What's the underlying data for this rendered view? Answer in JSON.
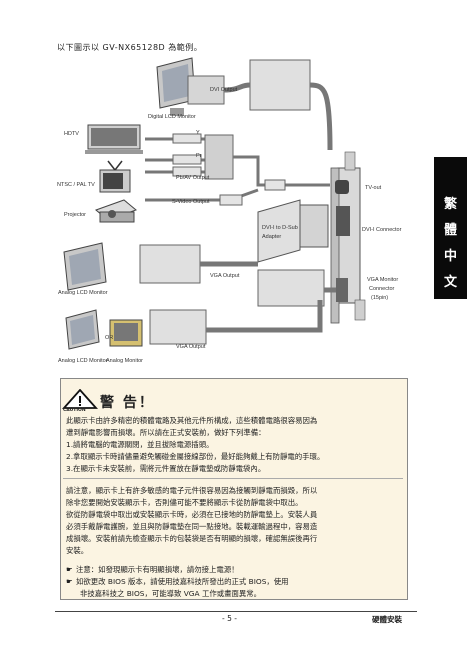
{
  "intro": "以下圖示以 GV-NX65128D 為範例。",
  "diagram": {
    "labels": {
      "digital_lcd": "Digital LCD Monitor",
      "dvi_output": "DVI Output",
      "hdtv": "HDTV",
      "ntsc_pal": "NTSC / PAL TV",
      "projector": "Projector",
      "y": "Y",
      "pr": "Pr",
      "pb_av": "Pb/AV Output",
      "svideo": "S-Video Output",
      "tv_out": "TV-out",
      "dvi_connector": "DVI-I Connector",
      "dvi_dsub_1": "DVI-I to D-Sub",
      "dvi_dsub_2": "Adapter",
      "vga_output_1": "VGA Output",
      "vga_monitor_1": "VGA Monitor",
      "vga_monitor_2": "Connector",
      "vga_monitor_3": "(15pin)",
      "analog_lcd_1": "Analog LCD Monitor",
      "or": "OR",
      "analog_lcd_2": "Analog LCD Monitor",
      "analog_monitor": "Analog Monitor",
      "vga_output_2": "VGA Output"
    }
  },
  "side_tab": [
    "繁",
    "體",
    "中",
    "文"
  ],
  "caution": {
    "word": "CAUTION",
    "title": "警 告！",
    "para1": [
      "此顯示卡由許多精密的積體電路及其他元件所構成，這些積體電路很容易因為",
      "遭到靜電影響而損壞。所以請在正式安裝前，做好下列準備：",
      "1.請將電腦的電源關閉，並且拔除電源插頭。",
      "2.拿取顯示卡時請儘量避免觸碰金屬接線部份，最好能夠戴上有防靜電的手環。",
      "3.在顯示卡未安裝前，需將元件置放在靜電墊或防靜電袋內。"
    ],
    "para2": [
      "請注意，顯示卡上有許多敏感的電子元件很容易因為接觸到靜電而損毀，所以",
      "除非您要開始安裝顯示卡，否則儘可能不要將顯示卡從防靜電袋中取出。",
      "欲從防靜電袋中取出或安裝顯示卡時，必須在已接地的防靜電墊上。安裝人員",
      "必須手戴靜電護腕，並且與防靜電墊在同一點接地。裝載運輸過程中，容易造",
      "成損壞。安裝前請先檢查顯示卡的包裝袋是否有明顯的損壞，確認無誤後再行",
      "安裝。"
    ],
    "notes": [
      "注意：如發現顯示卡有明顯損壞，請勿接上電源！",
      "如欲更改 BIOS 版本，請使用技嘉科技所發出的正式 BIOS，使用",
      "非技嘉科技之 BIOS，可能導致 VGA 工作或畫面異常。"
    ]
  },
  "footer": {
    "page": "- 5 -",
    "section": "硬體安裝"
  }
}
